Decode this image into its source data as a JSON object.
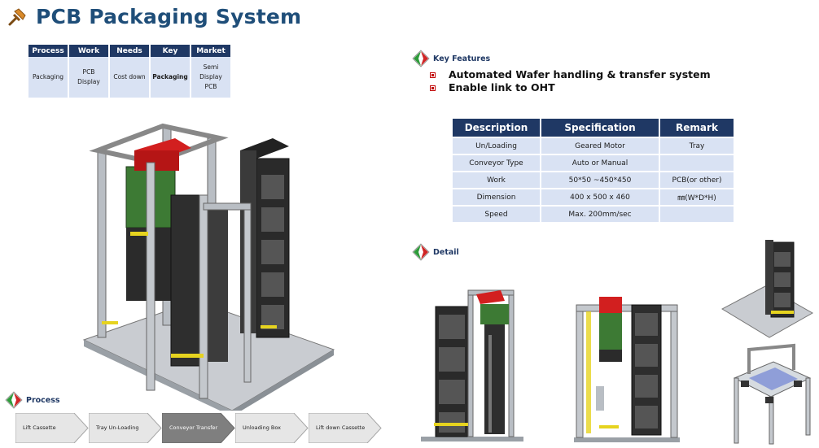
{
  "title": "PCB Packaging System",
  "summary": {
    "headers": [
      "Process",
      "Work",
      "Needs",
      "Key",
      "Market"
    ],
    "values": [
      "Packaging",
      "PCB Display",
      "Cost down",
      "Packaging",
      "Semi Display PCB"
    ]
  },
  "sections": {
    "key_features": "Key Features",
    "detail": "Detail",
    "process": "Process"
  },
  "features": [
    "Automated Wafer handling & transfer system",
    "Enable link to OHT"
  ],
  "spec": {
    "headers": [
      "Description",
      "Specification",
      "Remark"
    ],
    "rows": [
      [
        "Un/Loading",
        "Geared Motor",
        "Tray"
      ],
      [
        "Conveyor Type",
        "Auto or Manual",
        ""
      ],
      [
        "Work",
        "50*50 ~450*450",
        "PCB(or other)"
      ],
      [
        "Dimension",
        "400 x 500 x 460",
        "㎜(W*D*H)"
      ],
      [
        "Speed",
        "Max. 200mm/sec",
        ""
      ]
    ]
  },
  "process_steps": [
    "Lift Cassette",
    "Tray Un-Loading",
    "Conveyor Transfer",
    "Unloading Box",
    "Lift down Cassette"
  ],
  "colors": {
    "navy": "#1f3864",
    "title": "#1f4e79",
    "cell": "#d9e2f3",
    "accent_red": "#c00000",
    "active_step": "#7f7f7f"
  }
}
